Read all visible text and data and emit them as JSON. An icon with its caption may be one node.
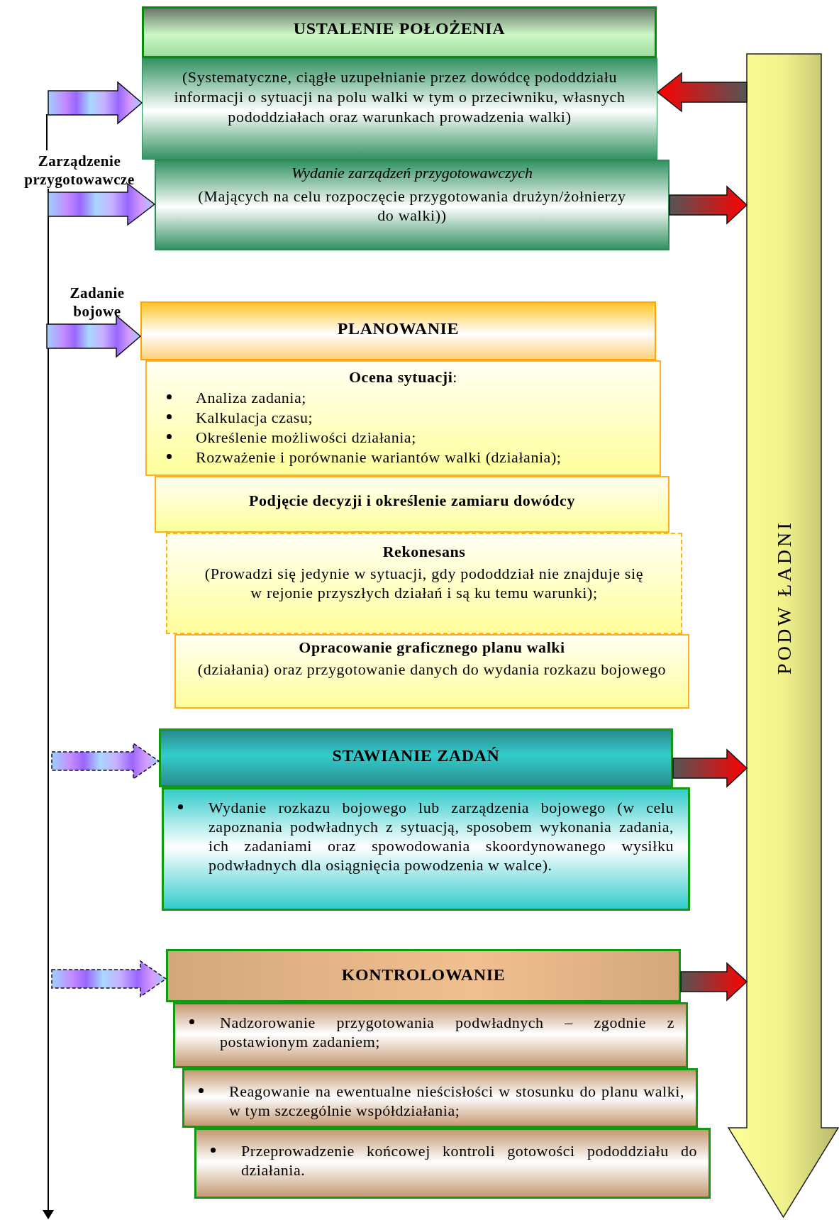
{
  "diagram": {
    "nodes": [
      {
        "text": [
          "USTALENIE POŁOŻENIA"
        ]
      },
      {
        "text": [
          "(Systematyczne, ciągłe uzupełnianie przez dowódcę pododdziału informacji o sytuacji na polu walki w tym o przeciwniku, własnych pododdziałach oraz warunkach prowadzenia walki)"
        ]
      },
      {
        "text": [
          "Wydanie zarządzeń przygotowawczych",
          "(Mających na celu rozpoczęcie przygotowania drużyn/żołnierzy do walki))"
        ]
      },
      {
        "text": [
          "PLANOWANIE"
        ]
      },
      {
        "text": [
          "**Ocena sytuacji**:",
          "Analiza zadania;",
          "Kalkulacja czasu;",
          "Określenie możliwości działania;",
          "Rozważenie i porównanie wariantów walki (działania);"
        ]
      },
      {
        "text": [
          "Podjęcie decyzji i określenie  zamiaru dowódcy"
        ]
      },
      {
        "text": [
          "Rekonesans",
          "(Prowadzi się jedynie w sytuacji, gdy pododdział nie znajduje się w rejonie przyszłych działań i są ku temu warunki);"
        ]
      },
      {
        "text": [
          "Opracowanie graficznego planu walki",
          "(działania) oraz przygotowanie danych do wydania rozkazu bojowego"
        ]
      },
      {
        "text": [
          "STAWIANIE ZADAŃ"
        ]
      },
      {
        "text": [
          "Wydanie rozkazu bojowego lub zarządzenia bojowego (w celu zapoznania podwładnych z sytuacją, sposobem wykonania zadania, ich zadaniami oraz spowodowania skoordynowanego wysiłku podwładnych dla osiągnięcia powodzenia w walce)."
        ]
      },
      {
        "text": [
          "KONTROLOWANIE"
        ]
      },
      {
        "text": [
          "Nadzorowanie przygotowania podwładnych – zgodnie z postawionym zadaniem;"
        ]
      },
      {
        "text": [
          "Reagowanie na ewentualne nieścisłości w stosunku do planu walki, w tym szczególnie współdziałania;"
        ]
      },
      {
        "text": [
          "Przeprowadzenie końcowej kontroli gotowości pododdziału do działania."
        ]
      },
      {
        "text": [
          "PODW ŁADNI"
        ]
      }
    ],
    "edges": [
      {
        "from": null,
        "to": 1,
        "arrow": "to"
      },
      {
        "from": null,
        "to": 2,
        "arrow": "to"
      },
      {
        "from": null,
        "to": 3,
        "arrow": "to"
      },
      {
        "from": null,
        "to": 8,
        "arrow": "to",
        "style": "dashed"
      },
      {
        "from": null,
        "to": 10,
        "arrow": "to",
        "style": "dashed"
      },
      {
        "from": 14,
        "to": 1,
        "arrow": "to",
        "color": "#ff0000"
      },
      {
        "from": 2,
        "to": 14,
        "arrow": "to",
        "color": "#ff0000"
      },
      {
        "from": 8,
        "to": 14,
        "arrow": "to",
        "color": "#ff0000"
      },
      {
        "from": 10,
        "to": 14,
        "arrow": "to",
        "color": "#ff0000"
      }
    ],
    "labels": [
      "Zarządzenie przygotowawcze",
      "Zadanie bojowe"
    ]
  }
}
